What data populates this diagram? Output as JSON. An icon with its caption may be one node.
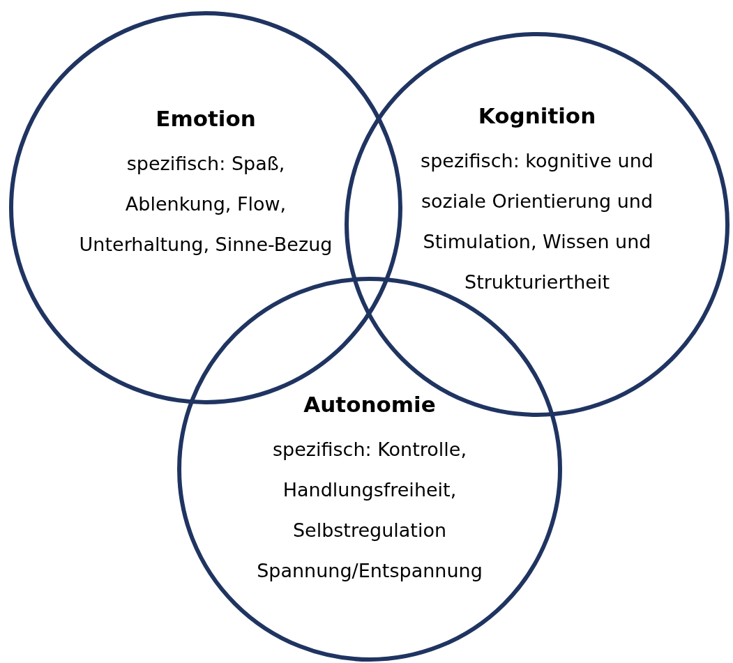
{
  "diagram": {
    "nodes": [
      {
        "text": [
          "Emotion",
          "spezifisch: Spaß, Ablenkung, Flow, Unterhaltung, Sinne-Bezug"
        ]
      },
      {
        "text": [
          "Kognition",
          "spezifisch: kognitive und soziale Orientierung und Stimulation, Wissen und Strukturiertheit"
        ]
      },
      {
        "text": [
          "Autonomie",
          "spezifisch: Kontrolle, Handlungsfreiheit, Selbstregulation Spannung/Entspannung"
        ]
      }
    ],
    "edges": []
  }
}
